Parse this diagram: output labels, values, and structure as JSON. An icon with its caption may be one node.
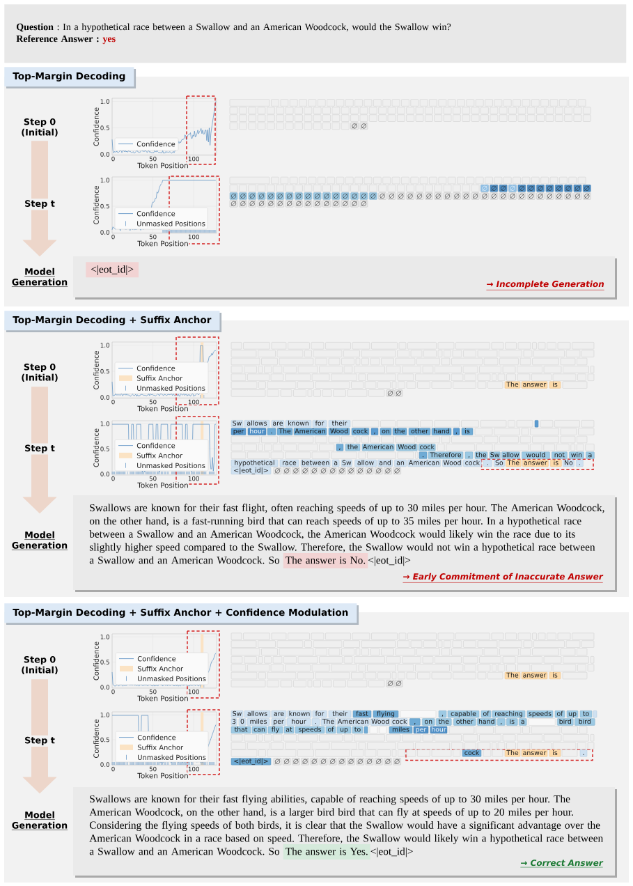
{
  "diagram": {
    "nodes": [
      {
        "text": [
          "**Question** : In a hypothetical race between a Swallow and an American Woodcock, would the Swallow win?",
          "Reference Answer :",
          "yes"
        ]
      },
      {
        "text": [
          "Top-Margin Decoding"
        ]
      },
      {
        "text": [
          "Step 0 (Initial)"
        ],
        "in": 1
      },
      {
        "text": [
          "Model Generation"
        ],
        "in": 1
      },
      {
        "text": [
          "<|eot_id|>",
          "→ Incomplete Generation"
        ],
        "in": 1
      },
      {
        "text": [
          "Top-Margin Decoding + Suffix Anchor"
        ]
      },
      {
        "text": [
          "Step 0 (Initial)"
        ],
        "in": 5
      },
      {
        "text": [
          "Model Generation"
        ],
        "in": 5
      },
      {
        "text": [
          "Swallows are known for their fast flight, often reaching speeds of up to 30 miles per hour. The American Woodcock, on the other hand, is a fast-running bird that can reach speeds of up to 35 miles per hour. In a hypothetical race between a Swallow and an American Woodcock, the American Woodcock would likely win the race due to its slightly higher speed compared to the Swallow. Therefore, the Swallow would not win a hypothetical race between a Swallow and an American Woodcock. So",
          "The answer is No.",
          "<|eot_id|>",
          "→ Early Commitment of Inaccurate Answer"
        ],
        "in": 5
      },
      {
        "text": [
          "Top-Margin Decoding + Suffix Anchor + Confidence Modulation"
        ]
      },
      {
        "text": [
          "Step 0 (Initial)"
        ],
        "in": 9
      },
      {
        "text": [
          "Model Generation"
        ],
        "in": 9
      },
      {
        "text": [
          "Swallows are known for their fast flying abilities, capable of reaching speeds of up to 30 miles per hour. The American Woodcock, on the other hand, is a larger bird bird that can fly at speeds of up to 20 miles per hour. Considering the flying speeds of both birds, it is clear that the Swallow would have a significant advantage over the American Woodcock in a race based on speed. Therefore, the Swallow would likely win a hypothetical race between a Swallow and an American Woodcock. So",
          "The answer is Yes.",
          "<|eot_id|>",
          "→ Correct Answer"
        ],
        "in": 9
      }
    ],
    "edges": [
      {
        "from": 2,
        "to": 3,
        "arrow": "to",
        "label": "Step t"
      },
      {
        "from": 6,
        "to": 7,
        "arrow": "to",
        "label": "Step t"
      },
      {
        "from": 10,
        "to": 11,
        "arrow": "to",
        "label": "Step t"
      }
    ],
    "labels": [
      "Confidence",
      "1.0",
      "0.5",
      "0.0",
      "0",
      "50",
      "100",
      "Token Position",
      "Confidence",
      "1.0",
      "0.5",
      "0.0",
      "0",
      "50",
      "100",
      "Token Position",
      "Confidence",
      "1.0",
      "0.5",
      "0.0",
      "0",
      "50",
      "100",
      "Token Position",
      "The",
      "answer",
      "is",
      "Confidence",
      "1.0",
      "0.5",
      "0.0",
      "0",
      "50",
      "100",
      "Token Position",
      "Sw",
      "allows",
      "are",
      "known",
      "for",
      "their",
      "per",
      "hour",
      ".",
      "The",
      "American",
      "Wood",
      "cock",
      ",",
      "on",
      "the",
      "other",
      "hand",
      ",",
      "is",
      ",",
      "the",
      "American",
      "Wood",
      "cock",
      ".",
      "Therefore",
      ",",
      "the",
      "Sw",
      "allow",
      "would",
      "not",
      "win",
      "a",
      "hypothetical",
      "race",
      "between",
      "a",
      "Sw",
      "allow",
      "and",
      "an",
      "American",
      "Wood",
      "cock",
      ".",
      "So",
      "The",
      "answer",
      "is",
      "No",
      ".",
      "<|eot_id|>",
      "Confidence",
      "1.0",
      "0.5",
      "0.0",
      "0",
      "50",
      "100",
      "Token Position",
      "The",
      "answer",
      "is",
      "Confidence",
      "1.0",
      "0.5",
      "0.0",
      "0",
      "50",
      "100",
      "Token Position",
      "Sw",
      "allows",
      "are",
      "known",
      "for",
      "their",
      "fast",
      "flying",
      ",",
      "capable",
      "of",
      "reaching",
      "speeds",
      "of",
      "up",
      "to",
      "3",
      "0",
      "miles",
      "per",
      "hour",
      ".",
      "The",
      "American",
      "Wood",
      "cock",
      ",",
      "on",
      "the",
      "other",
      "hand",
      ",",
      "is",
      "a",
      "bird",
      "bird",
      "that",
      "can",
      "fly",
      "at",
      "speeds",
      "of",
      "up",
      "to",
      "miles",
      "per",
      "hour",
      "cock",
      "The",
      "answer",
      "is",
      ".",
      "<|eot_id|>"
    ],
    "legend": [
      {
        "text": "Confidence"
      },
      {
        "text": "Confidence"
      },
      {
        "text": "Unmasked Positions"
      },
      {
        "text": "Confidence"
      },
      {
        "text": "Suffix Anchor",
        "color": "#fbe3c4"
      },
      {
        "text": "Unmasked Positions"
      },
      {
        "text": "Confidence"
      },
      {
        "text": "Suffix Anchor",
        "color": "#fbe3c4"
      },
      {
        "text": "Unmasked Positions"
      },
      {
        "text": "Confidence"
      },
      {
        "text": "Suffix Anchor",
        "color": "#fbe3c4"
      },
      {
        "text": "Unmasked Positions"
      },
      {
        "text": "Confidence"
      },
      {
        "text": "Suffix Anchor",
        "color": "#fbe3c4"
      },
      {
        "text": "Unmasked Positions"
      }
    ]
  }
}
